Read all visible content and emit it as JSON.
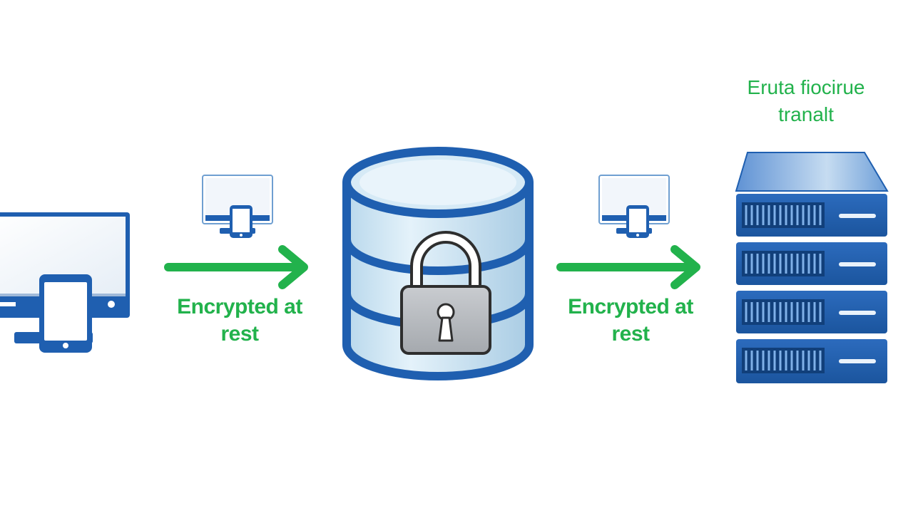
{
  "diagram": {
    "title_line1": "Eruta fiocirue",
    "title_line2": "tranalt",
    "arrow_label_left": {
      "line1": "Encrypted at",
      "line2": "rest"
    },
    "arrow_label_right": {
      "line1": "Encrypted at",
      "line2": "rest"
    }
  },
  "colors": {
    "primary_blue": "#1f5fb0",
    "accent_green": "#22b24c",
    "lock_gray": "#b8bcc0",
    "db_fill": "#cfe6f4"
  },
  "icons": [
    "laptop-phone-icon",
    "small-device-icon",
    "database-icon",
    "padlock-icon",
    "server-rack-icon",
    "arrow-right-icon"
  ]
}
